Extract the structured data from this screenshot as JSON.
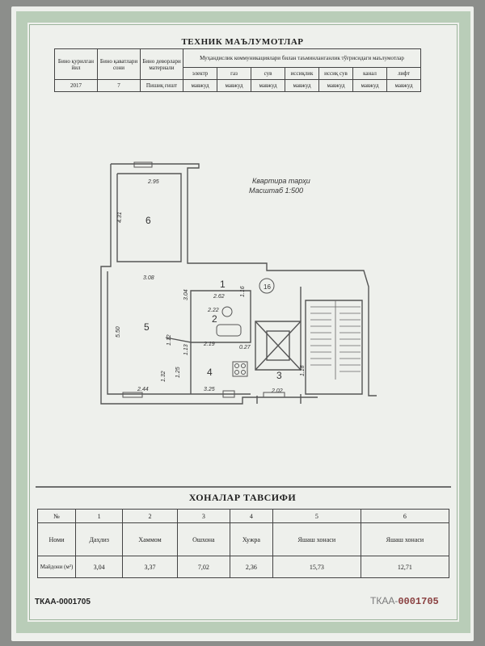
{
  "header": {
    "title": "ТЕХНИК МАЪЛУМОТЛАР"
  },
  "tech_table": {
    "col1_header": "Бино қурилган йил",
    "col2_header": "Бино қаватлари сони",
    "col3_header": "Бино деворлари материали",
    "utilities_header": "Муҳандислик коммуникациялари билан таъминланганлик тўғрисидаги маълумотлар",
    "year": "2017",
    "floors": "7",
    "material": "Пишиқ ғишт",
    "utilities": [
      {
        "name": "электр",
        "value": "мавжуд"
      },
      {
        "name": "газ",
        "value": "мавжуд"
      },
      {
        "name": "сув",
        "value": "мавжуд"
      },
      {
        "name": "иссиқлик",
        "value": "мавжуд"
      },
      {
        "name": "иссиқ сув",
        "value": "мавжуд"
      },
      {
        "name": "канал",
        "value": "мавжуд"
      },
      {
        "name": "лифт",
        "value": "мавжуд"
      }
    ]
  },
  "plan": {
    "caption_line1": "Квартира тарҳи",
    "caption_line2": "Масштаб   1:500",
    "dims": {
      "d295": "2.95",
      "d431": "4.31",
      "d308": "3.08",
      "d304": "3.04",
      "d116": "1.16",
      "d262": "2.62",
      "d222": "2.22",
      "d550": "5.50",
      "d112": "1.12",
      "d113": "1.13",
      "d219": "2.19",
      "d027": "0.27",
      "d132": "1.32",
      "d125": "1.25",
      "d118": "1.18",
      "d244": "2.44",
      "d325": "3.25",
      "d202": "2.02"
    },
    "rooms": {
      "r1": "1",
      "r2": "2",
      "r3": "3",
      "r4": "4",
      "r5": "5",
      "r6": "6"
    },
    "entrance": "16"
  },
  "rooms_section": {
    "title": "ХОНАЛАР ТАВСИФИ",
    "no_label": "№",
    "name_label": "Номи",
    "area_label": "Майдони (м²)",
    "numbers": [
      "1",
      "2",
      "3",
      "4",
      "5",
      "6"
    ],
    "names": [
      "Даҳлиз",
      "Хаммом",
      "Ошхона",
      "Хужра",
      "Яшаш хонаси",
      "Яшаш хонаси"
    ],
    "areas": [
      "3,04",
      "3,37",
      "7,02",
      "2,36",
      "15,73",
      "12,71"
    ]
  },
  "footer": {
    "left_code": "ТКАА-0001705",
    "right_prefix": "ТКАА-",
    "right_number": "0001705"
  },
  "colors": {
    "frame_green": "#b9cdb8",
    "paper": "#eef0ec",
    "stamp_red": "#8a4040"
  }
}
